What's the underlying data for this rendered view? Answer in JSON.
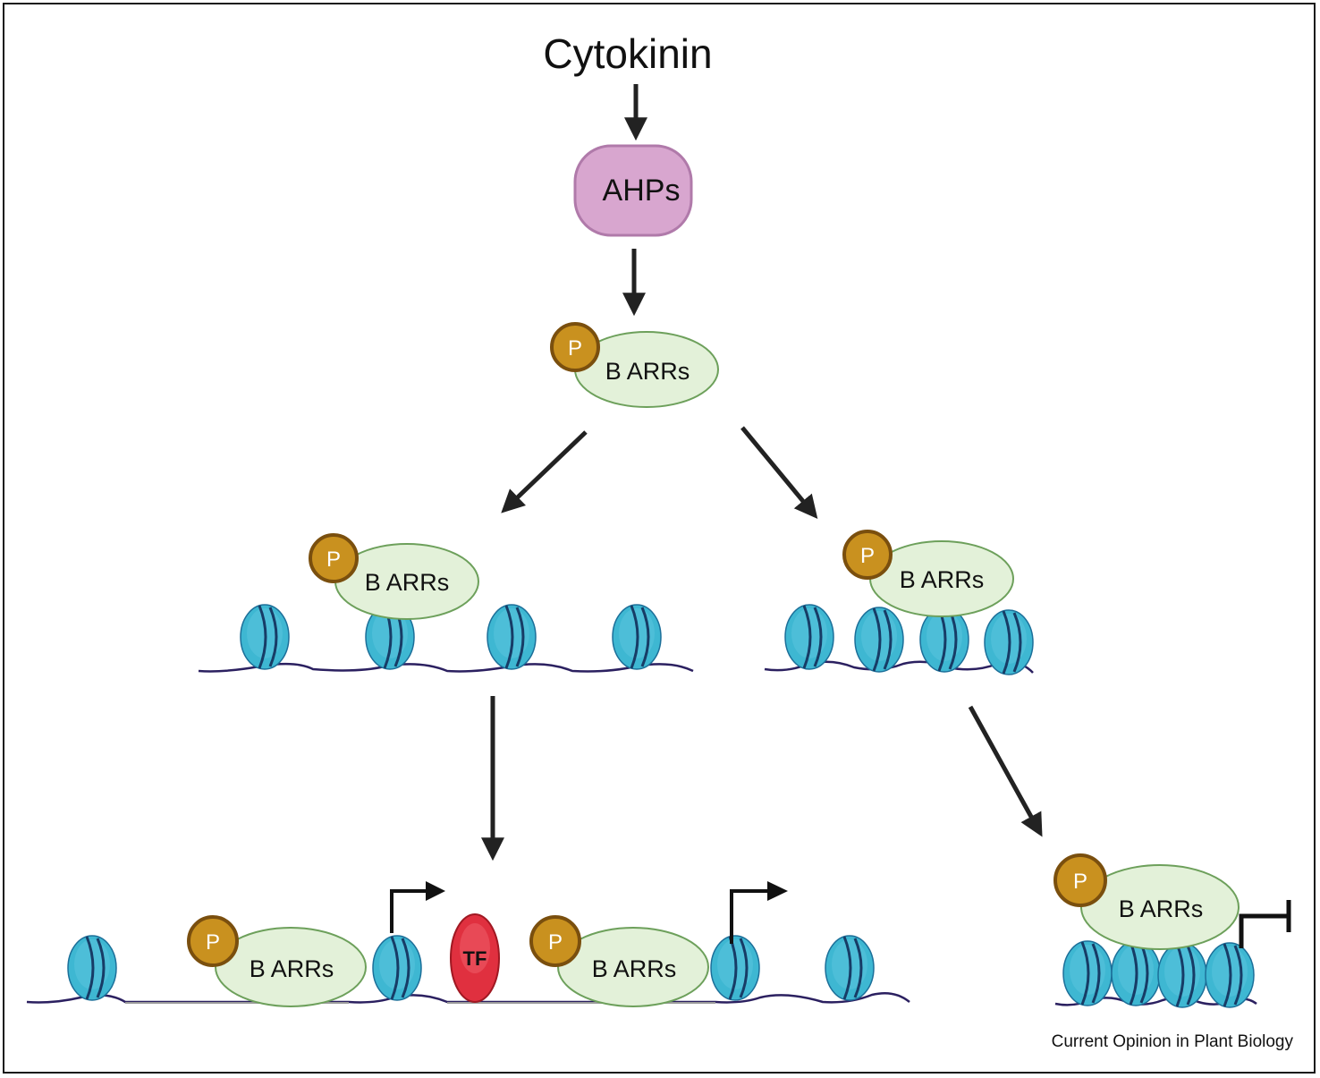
{
  "diagram": {
    "signal_label": "Cytokinin",
    "ahp_label": "AHPs",
    "barr_label": "B ARRs",
    "phospho_label": "P",
    "tf_label": "TF",
    "credit": "Current Opinion in Plant Biology"
  },
  "colors": {
    "ahp_fill": "#d8a6cf",
    "ahp_stroke": "#b07aaa",
    "barr_fill": "#e3f1d9",
    "barr_stroke": "#6da05b",
    "phospho_fill": "#c9911f",
    "phospho_stroke": "#7a4f0e",
    "nucleosome": "#3eb7d2",
    "nucleosome_dark": "#1c6f99",
    "dna": "#2b2060",
    "tf_fill": "#e0303f",
    "arrow": "#222222"
  }
}
